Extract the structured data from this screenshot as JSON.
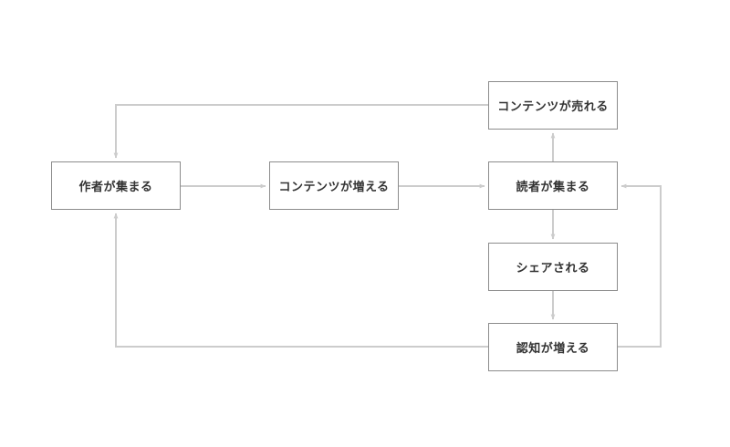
{
  "diagram": {
    "nodes": {
      "authors": "作者が集まる",
      "content_up": "コンテンツが増える",
      "readers": "読者が集まる",
      "content_sold": "コンテンツが売れる",
      "shared": "シェアされる",
      "awareness": "認知が増える"
    },
    "edges": [
      {
        "from": "authors",
        "to": "content_up"
      },
      {
        "from": "content_up",
        "to": "readers"
      },
      {
        "from": "readers",
        "to": "content_sold"
      },
      {
        "from": "content_sold",
        "to": "authors"
      },
      {
        "from": "readers",
        "to": "shared"
      },
      {
        "from": "shared",
        "to": "awareness"
      },
      {
        "from": "awareness",
        "to": "authors"
      },
      {
        "from": "awareness",
        "to": "readers"
      }
    ],
    "colors": {
      "line": "#cccccc",
      "border": "#8c8c8c",
      "text": "#333333"
    }
  }
}
